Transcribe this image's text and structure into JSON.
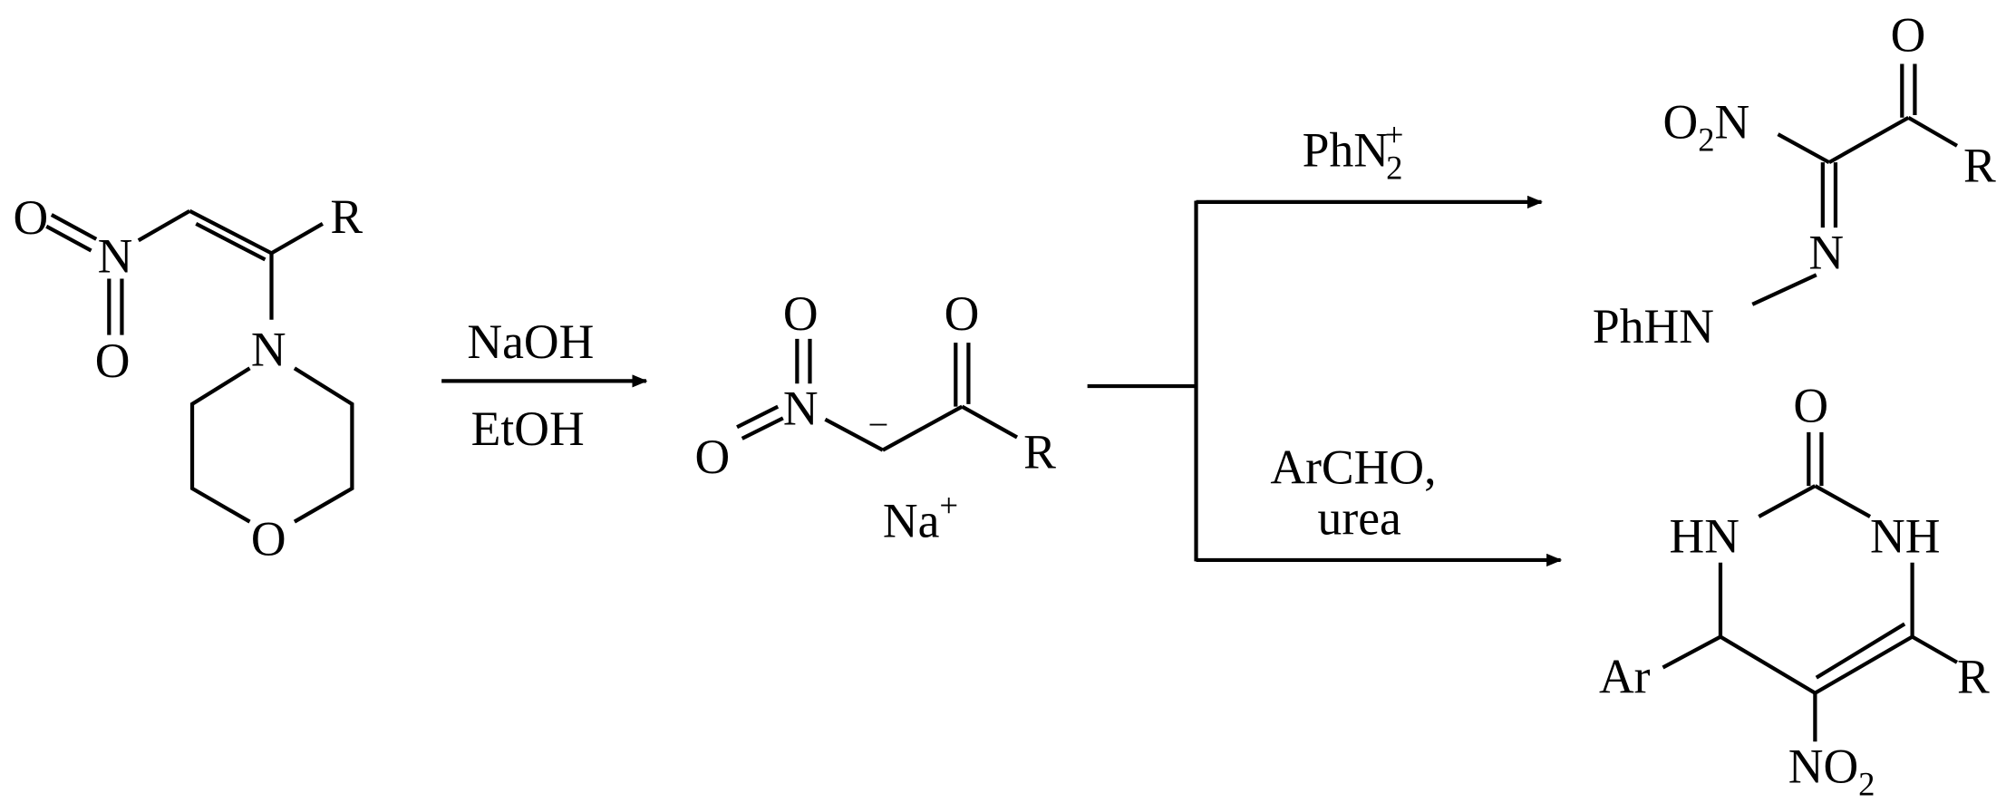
{
  "scheme": {
    "reactant": {
      "o1": "O",
      "n": "N",
      "o2": "O",
      "r": "R",
      "amine_n": "N",
      "ring_o": "O"
    },
    "step1": {
      "reagent_top": "NaOH",
      "reagent_bottom": "EtOH"
    },
    "intermediate": {
      "o_top": "O",
      "n": "N",
      "o_left": "O",
      "charge": "–",
      "carbonyl_o": "O",
      "r": "R",
      "counterion": "Na",
      "counterion_charge": "+"
    },
    "branch_top": {
      "reagent": "PhN",
      "reagent_sub": "2",
      "reagent_sup": "+"
    },
    "branch_bottom": {
      "reagent_line1": "ArCHO,",
      "reagent_line2": "urea"
    },
    "product1": {
      "nitro": "O",
      "nitro_sub": "2",
      "nitro_n": "N",
      "carbonyl_o": "O",
      "r": "R",
      "imine_n": "N",
      "phhn": "PhHN"
    },
    "product2": {
      "carbonyl_o": "O",
      "hn": "HN",
      "nh": "NH",
      "ar": "Ar",
      "r": "R",
      "nitro": "NO",
      "nitro_sub": "2"
    }
  }
}
